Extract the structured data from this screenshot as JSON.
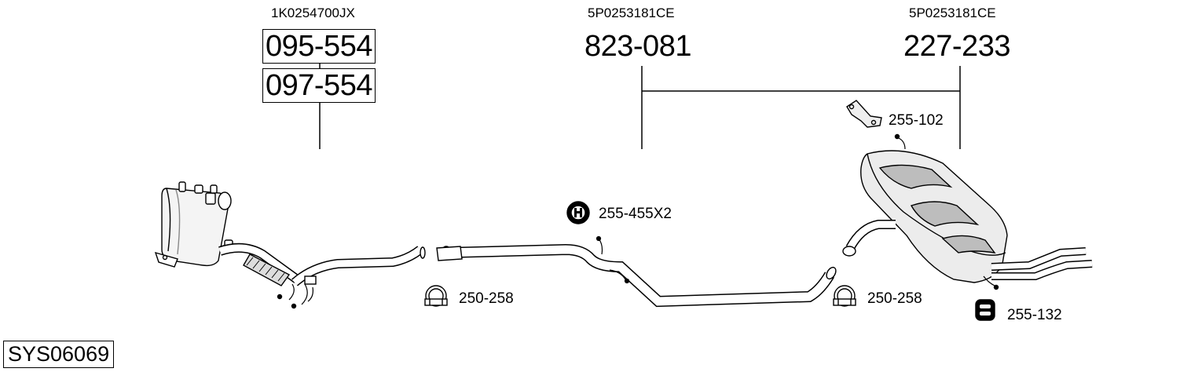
{
  "oem_numbers": {
    "left": "1K0254700JX",
    "middle": "5P0253181CE",
    "right": "5P0253181CE"
  },
  "part_numbers": {
    "catalyst_1": "095-554",
    "catalyst_2": "097-554",
    "middle_pipe": "823-081",
    "rear_silencer": "227-233"
  },
  "fittings": {
    "bracket": "255-102",
    "rubber_mount": "255-455X2",
    "clamp_left": "250-258",
    "clamp_right": "250-258",
    "rear_mount": "255-132"
  },
  "system_code": "SYS06069"
}
